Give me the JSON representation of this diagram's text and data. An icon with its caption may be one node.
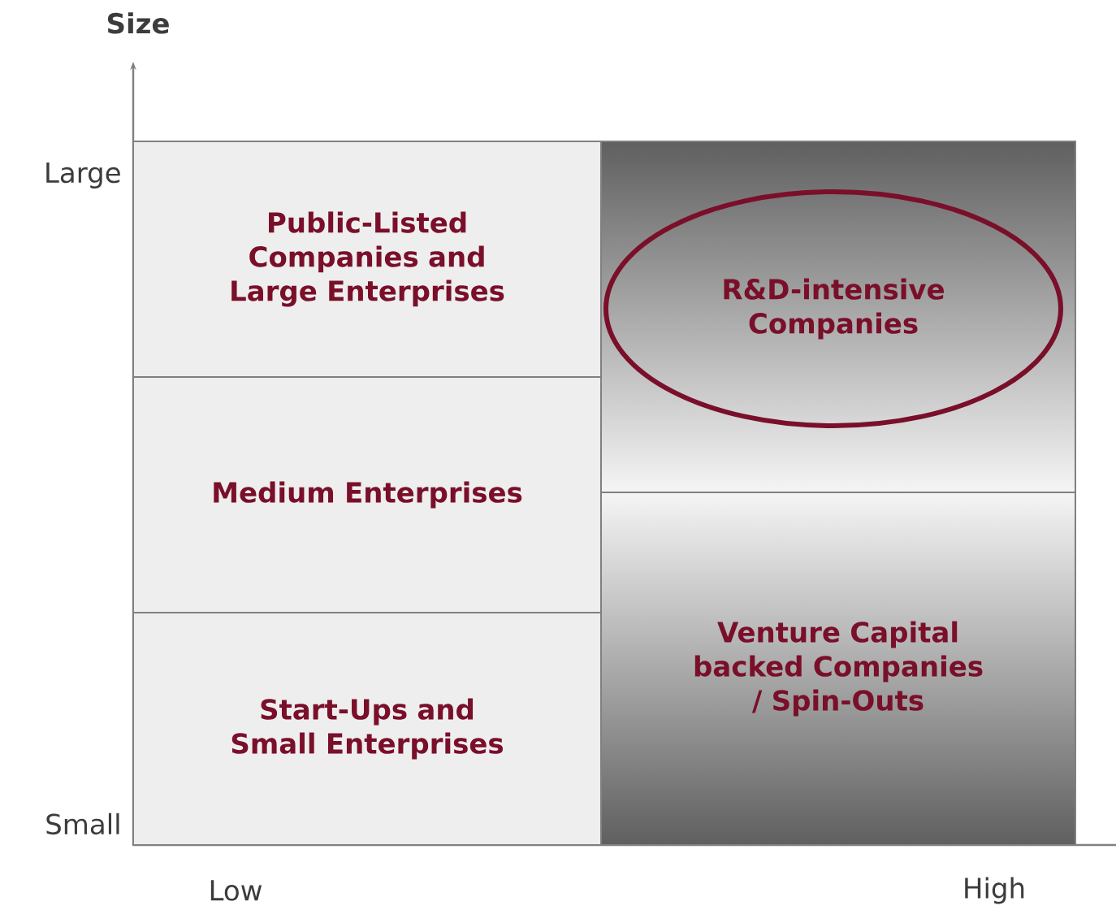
{
  "diagram": {
    "nodes": [
      {
        "text": [
          "Public-Listed Companies and Large Enterprises"
        ]
      },
      {
        "text": [
          "Medium Enterprises"
        ]
      },
      {
        "text": [
          "Start-Ups and Small Enterprises"
        ]
      },
      {
        "text": [],
        "shape": "box"
      },
      {
        "text": [
          "R&D-intensive Companies"
        ],
        "in": 3
      },
      {
        "text": [
          "Venture Capital backed Companies / Spin-Outs"
        ]
      }
    ],
    "edges": [],
    "labels": [
      "Size",
      "Large",
      "Small",
      "Low",
      "High"
    ]
  }
}
